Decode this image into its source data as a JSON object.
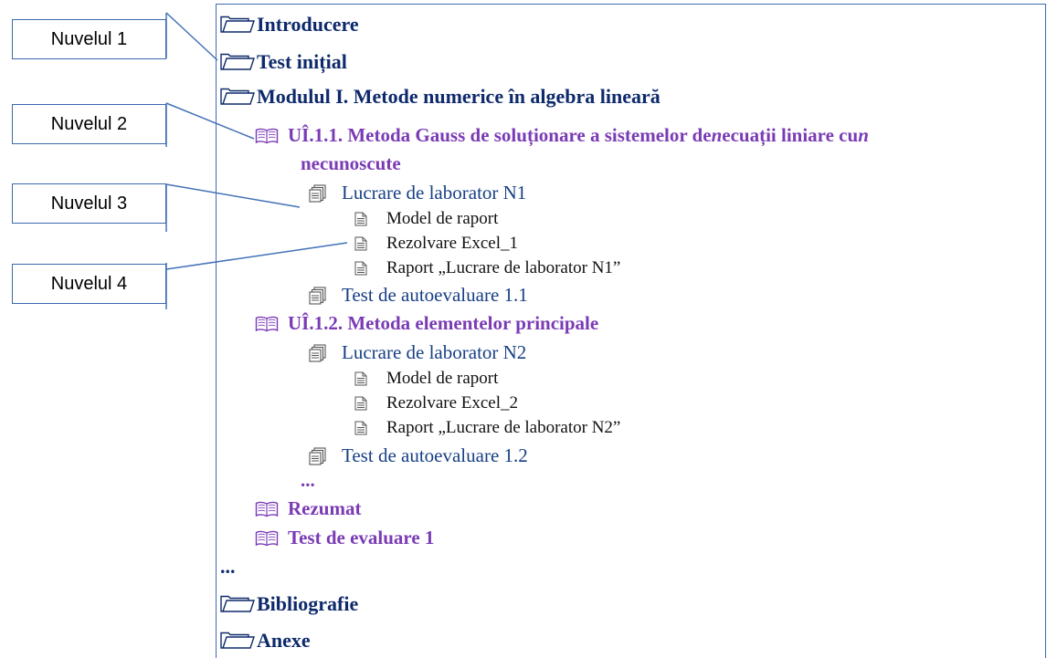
{
  "labels": {
    "level1": "Nuvelul 1",
    "level2": "Nuvelul 2",
    "level3": "Nuvelul 3",
    "level4": "Nuvelul 4"
  },
  "tree": {
    "intro": "Introducere",
    "test_initial": "Test inițial",
    "module1": "Modulul I. Metode numerice în algebra lineară",
    "ui11_part1": "UÎ.1.1. Metoda Gauss de soluționare a sistemelor de ",
    "ui11_n1": "n",
    "ui11_part2": " ecuații liniare cu ",
    "ui11_n2": "n",
    "ui11_cont": "necunoscute",
    "lab1": "Lucrare de laborator N1",
    "lab1_model": "Model de raport",
    "lab1_excel": "Rezolvare Excel_1",
    "lab1_raport": "Raport „Lucrare de laborator N1”",
    "selftest_11": "Test de autoevaluare 1.1",
    "ui12": "UÎ.1.2. Metoda elementelor principale",
    "lab2": "Lucrare de laborator N2",
    "lab2_model": "Model de raport",
    "lab2_excel": "Rezolvare Excel_2",
    "lab2_raport": "Raport „Lucrare de laborator N2”",
    "selftest_12": "Test de autoevaluare 1.2",
    "ellipsis_inner": "...",
    "summary": "Rezumat",
    "eval_test": "Test de evaluare 1",
    "ellipsis_outer": "...",
    "bibliography": "Bibliografie",
    "annexes": "Anexe"
  },
  "icons": {
    "level1": "folder-icon",
    "level2": "open-book-icon",
    "level3": "document-stack-icon",
    "level4": "document-icon"
  },
  "colors": {
    "level1_text": "#0e2a6c",
    "level2_text": "#7a3bb5",
    "level3_text": "#173f85",
    "level4_text": "#111111",
    "frame": "#3f6cae"
  }
}
